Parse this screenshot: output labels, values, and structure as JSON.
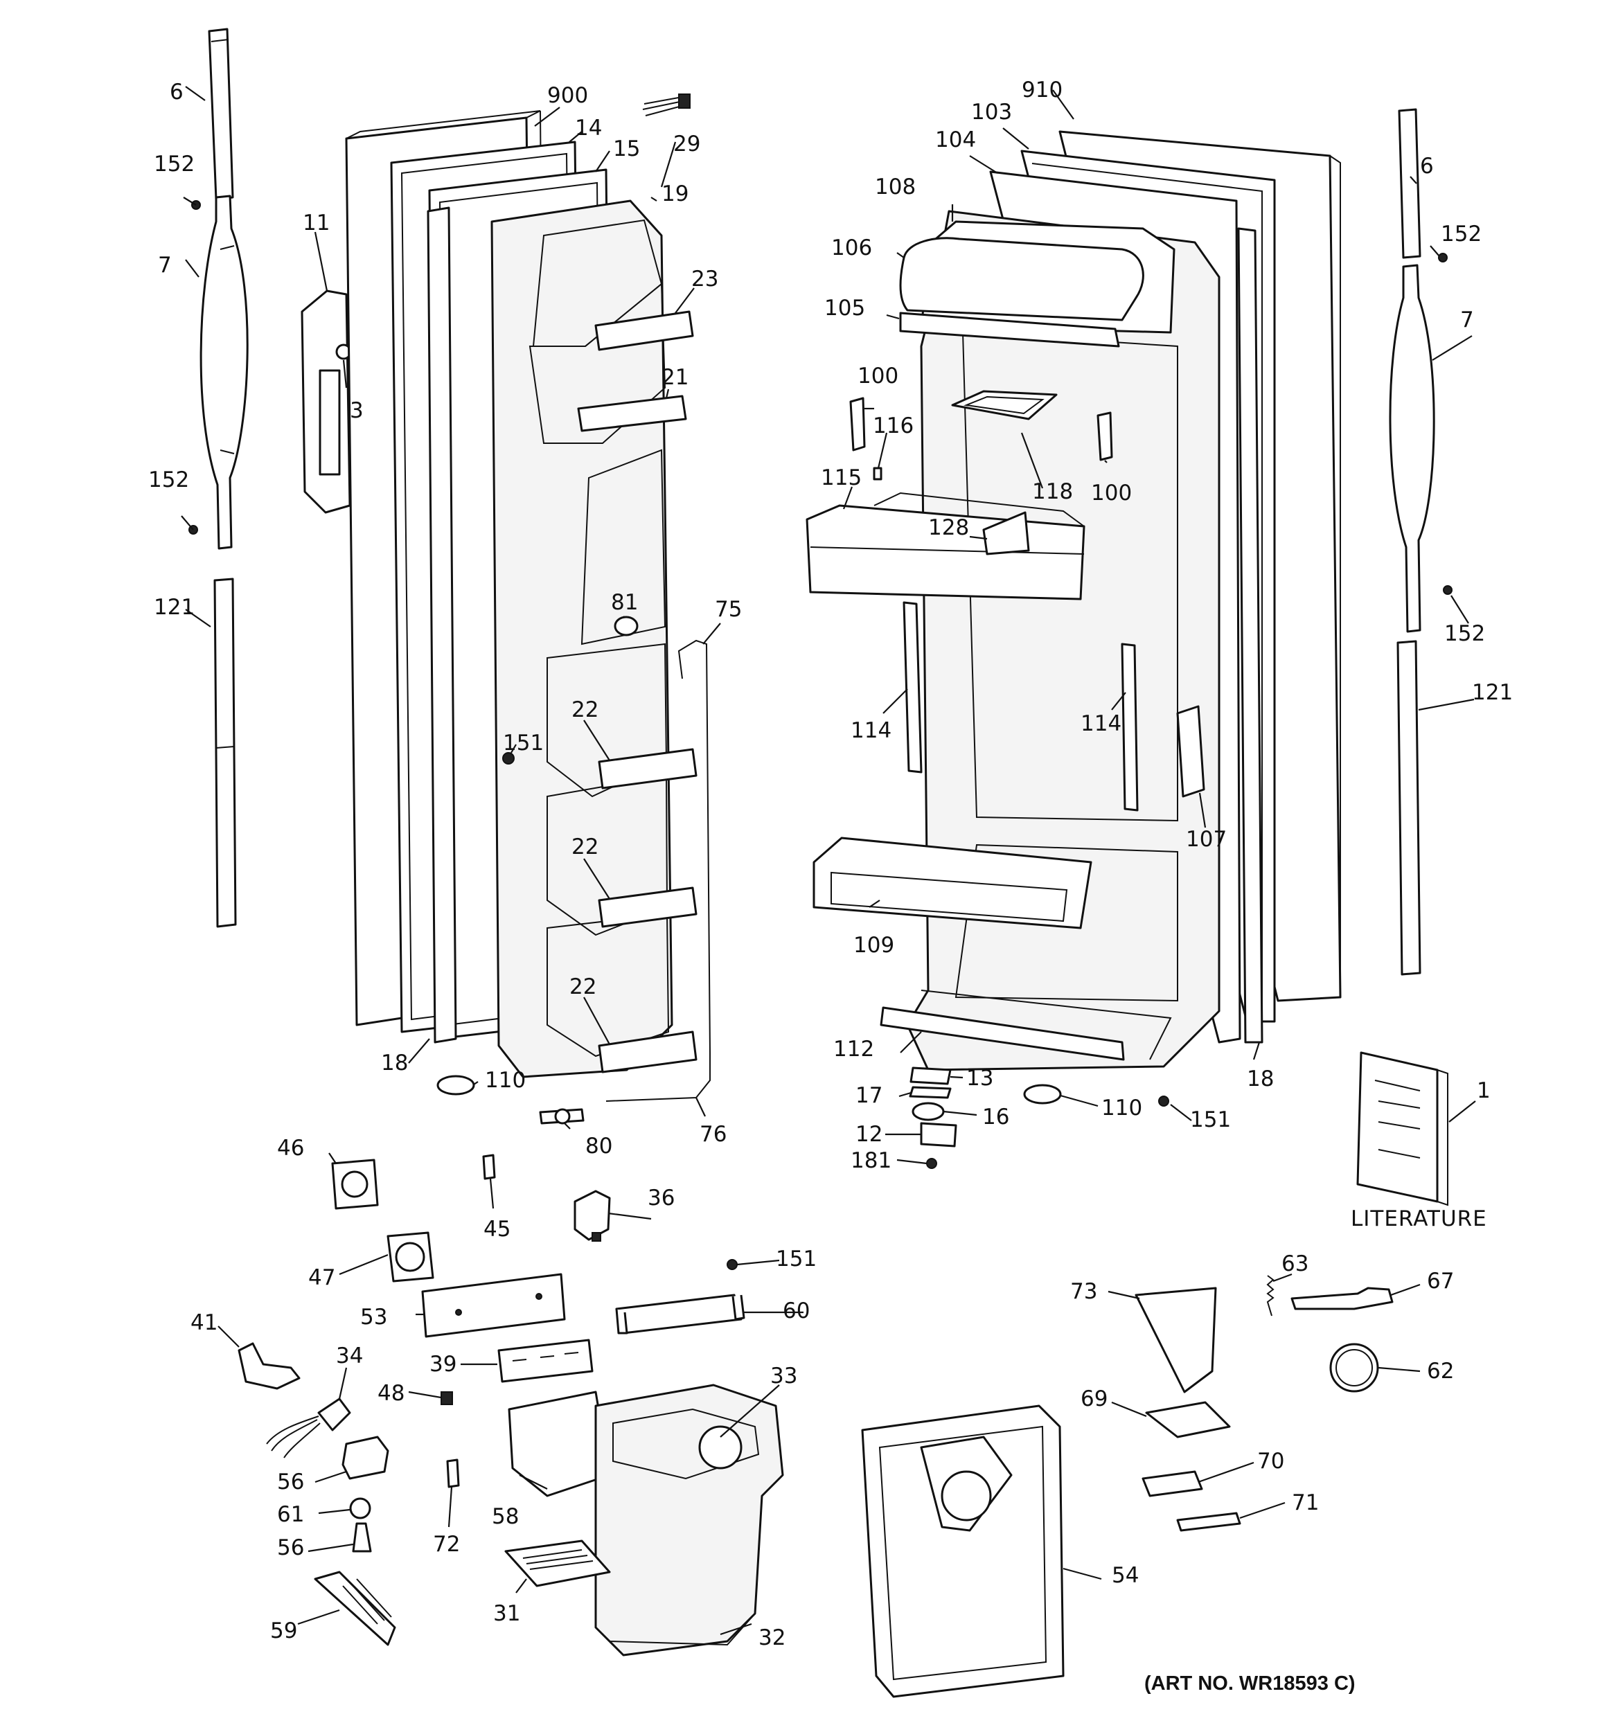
{
  "labels": [
    {
      "id": "6",
      "text": "6"
    },
    {
      "id": "152",
      "text": "152"
    },
    {
      "id": "7",
      "text": "7"
    },
    {
      "id": "11",
      "text": "11"
    },
    {
      "id": "3",
      "text": "3"
    },
    {
      "id": "121",
      "text": "121"
    },
    {
      "id": "900",
      "text": "900"
    },
    {
      "id": "14",
      "text": "14"
    },
    {
      "id": "15",
      "text": "15"
    },
    {
      "id": "29",
      "text": "29"
    },
    {
      "id": "19",
      "text": "19"
    },
    {
      "id": "23",
      "text": "23"
    },
    {
      "id": "21",
      "text": "21"
    },
    {
      "id": "81",
      "text": "81"
    },
    {
      "id": "75",
      "text": "75"
    },
    {
      "id": "22",
      "text": "22"
    },
    {
      "id": "151",
      "text": "151"
    },
    {
      "id": "18",
      "text": "18"
    },
    {
      "id": "110",
      "text": "110"
    },
    {
      "id": "80",
      "text": "80"
    },
    {
      "id": "76",
      "text": "76"
    },
    {
      "id": "910",
      "text": "910"
    },
    {
      "id": "103",
      "text": "103"
    },
    {
      "id": "104",
      "text": "104"
    },
    {
      "id": "108",
      "text": "108"
    },
    {
      "id": "106",
      "text": "106"
    },
    {
      "id": "105",
      "text": "105"
    },
    {
      "id": "100",
      "text": "100"
    },
    {
      "id": "116",
      "text": "116"
    },
    {
      "id": "115",
      "text": "115"
    },
    {
      "id": "118",
      "text": "118"
    },
    {
      "id": "128",
      "text": "128"
    },
    {
      "id": "114",
      "text": "114"
    },
    {
      "id": "107",
      "text": "107"
    },
    {
      "id": "109",
      "text": "109"
    },
    {
      "id": "112",
      "text": "112"
    },
    {
      "id": "13",
      "text": "13"
    },
    {
      "id": "17",
      "text": "17"
    },
    {
      "id": "16",
      "text": "16"
    },
    {
      "id": "12",
      "text": "12"
    },
    {
      "id": "181",
      "text": "181"
    },
    {
      "id": "1",
      "text": "1"
    },
    {
      "id": "46",
      "text": "46"
    },
    {
      "id": "45",
      "text": "45"
    },
    {
      "id": "36",
      "text": "36"
    },
    {
      "id": "47",
      "text": "47"
    },
    {
      "id": "53",
      "text": "53"
    },
    {
      "id": "60",
      "text": "60"
    },
    {
      "id": "41",
      "text": "41"
    },
    {
      "id": "34",
      "text": "34"
    },
    {
      "id": "39",
      "text": "39"
    },
    {
      "id": "48",
      "text": "48"
    },
    {
      "id": "33",
      "text": "33"
    },
    {
      "id": "56",
      "text": "56"
    },
    {
      "id": "61",
      "text": "61"
    },
    {
      "id": "58",
      "text": "58"
    },
    {
      "id": "72",
      "text": "72"
    },
    {
      "id": "31",
      "text": "31"
    },
    {
      "id": "32",
      "text": "32"
    },
    {
      "id": "59",
      "text": "59"
    },
    {
      "id": "54",
      "text": "54"
    },
    {
      "id": "73",
      "text": "73"
    },
    {
      "id": "63",
      "text": "63"
    },
    {
      "id": "67",
      "text": "67"
    },
    {
      "id": "62",
      "text": "62"
    },
    {
      "id": "69",
      "text": "69"
    },
    {
      "id": "70",
      "text": "70"
    },
    {
      "id": "71",
      "text": "71"
    }
  ],
  "literature_caption": "LITERATURE",
  "art_number": "(ART NO. WR18593 C)"
}
